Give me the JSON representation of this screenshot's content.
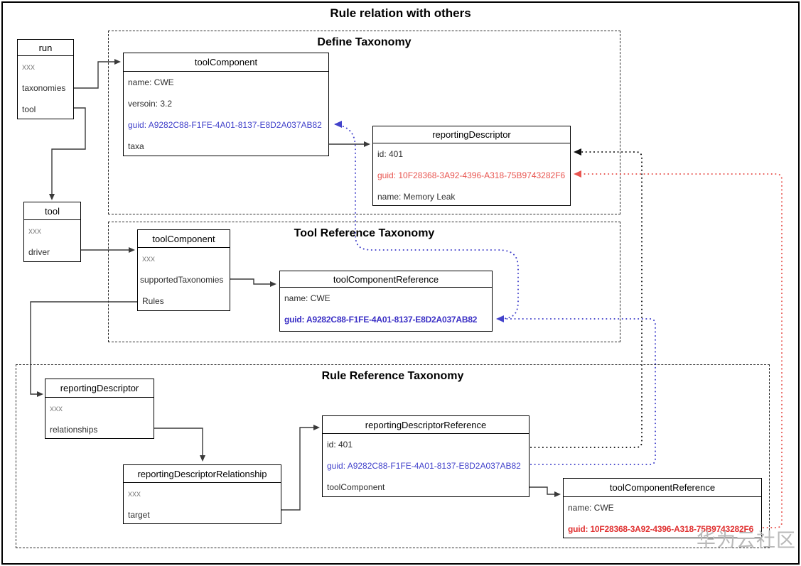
{
  "title": "Rule relation with others",
  "watermark": "华为云社区",
  "colors": {
    "guid_blue": "#4343cb",
    "guid_blue_bold": "#3a2fc5",
    "guid_red": "#e8544f",
    "guid_red_bold": "#e03030",
    "placeholder_gray": "#8a8a8a",
    "dotted_black": "#111111",
    "solid_arrow": "#3a3a3a"
  },
  "regions": [
    {
      "id": "define-taxonomy",
      "title": "Define Taxonomy"
    },
    {
      "id": "tool-reference-taxonomy",
      "title": "Tool Reference Taxonomy"
    },
    {
      "id": "rule-reference-taxonomy",
      "title": "Rule Reference Taxonomy"
    }
  ],
  "boxes": [
    {
      "id": "run",
      "title": "run",
      "fields": [
        {
          "text": "xxx",
          "style": "gray"
        },
        {
          "text": "taxonomies",
          "style": "normal"
        },
        {
          "text": "tool",
          "style": "normal"
        }
      ]
    },
    {
      "id": "toolComponent-define",
      "title": "toolComponent",
      "fields": [
        {
          "text": "name: CWE",
          "style": "normal"
        },
        {
          "text": "versoin: 3.2",
          "style": "normal"
        },
        {
          "text": "guid: A9282C88-F1FE-4A01-8137-E8D2A037AB82",
          "style": "blue"
        },
        {
          "text": "taxa",
          "style": "normal"
        }
      ]
    },
    {
      "id": "reportingDescriptor-define",
      "title": "reportingDescriptor",
      "fields": [
        {
          "text": "id: 401",
          "style": "normal"
        },
        {
          "text": "guid: 10F28368-3A92-4396-A318-75B9743282F6",
          "style": "red"
        },
        {
          "text": "name: Memory Leak",
          "style": "normal"
        }
      ]
    },
    {
      "id": "tool",
      "title": "tool",
      "fields": [
        {
          "text": "xxx",
          "style": "gray"
        },
        {
          "text": "driver",
          "style": "normal"
        }
      ]
    },
    {
      "id": "toolComponent-toolref",
      "title": "toolComponent",
      "fields": [
        {
          "text": "xxx",
          "style": "gray"
        },
        {
          "text": "supportedTaxonomies",
          "style": "normal"
        },
        {
          "text": "Rules",
          "style": "normal"
        }
      ]
    },
    {
      "id": "toolComponentReference-toolref",
      "title": "toolComponentReference",
      "fields": [
        {
          "text": "name: CWE",
          "style": "normal"
        },
        {
          "text": "guid: A9282C88-F1FE-4A01-8137-E8D2A037AB82",
          "style": "blue-b"
        }
      ]
    },
    {
      "id": "reportingDescriptor-ruleref",
      "title": "reportingDescriptor",
      "fields": [
        {
          "text": "xxx",
          "style": "gray"
        },
        {
          "text": "relationships",
          "style": "normal"
        }
      ]
    },
    {
      "id": "reportingDescriptorRelationship",
      "title": "reportingDescriptorRelationship",
      "fields": [
        {
          "text": "xxx",
          "style": "gray"
        },
        {
          "text": "target",
          "style": "normal"
        }
      ]
    },
    {
      "id": "reportingDescriptorReference",
      "title": "reportingDescriptorReference",
      "fields": [
        {
          "text": "id: 401",
          "style": "normal"
        },
        {
          "text": "guid: A9282C88-F1FE-4A01-8137-E8D2A037AB82",
          "style": "blue"
        },
        {
          "text": "toolComponent",
          "style": "normal"
        }
      ]
    },
    {
      "id": "toolComponentReference-ruleref",
      "title": "toolComponentReference",
      "fields": [
        {
          "text": "name: CWE",
          "style": "normal"
        },
        {
          "text": "guid: 10F28368-3A92-4396-A318-75B9743282F6",
          "style": "red-b"
        }
      ]
    }
  ]
}
